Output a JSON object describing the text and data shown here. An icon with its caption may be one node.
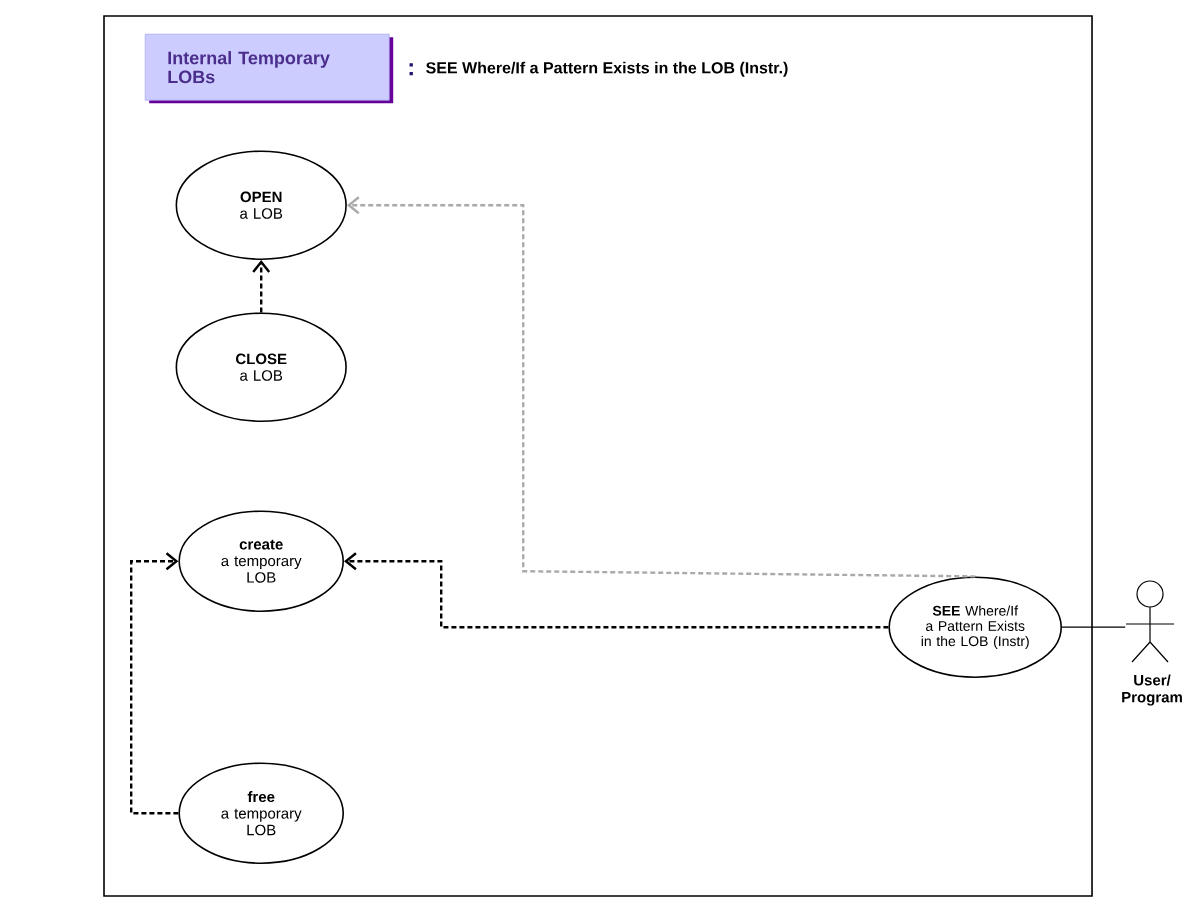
{
  "diagram": {
    "title": "SEE Where/If a Pattern Exists in the LOB (Instr.)",
    "nodes": [
      {
        "text": [],
        "shape": "box"
      },
      {
        "text": [
          "Internal Temporary LOBs"
        ],
        "in": 0
      },
      {
        "text": [
          "OPEN",
          "a LOB"
        ],
        "in": 0
      },
      {
        "text": [
          "CLOSE",
          "a LOB"
        ],
        "in": 0
      },
      {
        "text": [
          "create",
          "a temporary LOB"
        ],
        "in": 0
      },
      {
        "text": [
          "free",
          "a temporary LOB"
        ],
        "in": 0
      },
      {
        "text": [
          "**SEE** Where/If",
          "a Pattern Exists in the LOB (Instr)"
        ],
        "in": 0
      },
      {
        "text": [
          "User/ Program"
        ]
      }
    ],
    "edges": [
      {
        "from": 6,
        "to": 2,
        "arrow": "to",
        "style": "dashed",
        "color": "#aaaaaa"
      },
      {
        "from": 3,
        "to": 2,
        "arrow": "to",
        "style": "dashed"
      },
      {
        "from": 6,
        "to": 4,
        "arrow": "to",
        "style": "dashed"
      },
      {
        "from": 5,
        "to": 4,
        "arrow": "to",
        "style": "dashed"
      },
      {
        "from": 7,
        "to": 6,
        "arrow": "none"
      }
    ],
    "labels": [
      ":"
    ]
  }
}
